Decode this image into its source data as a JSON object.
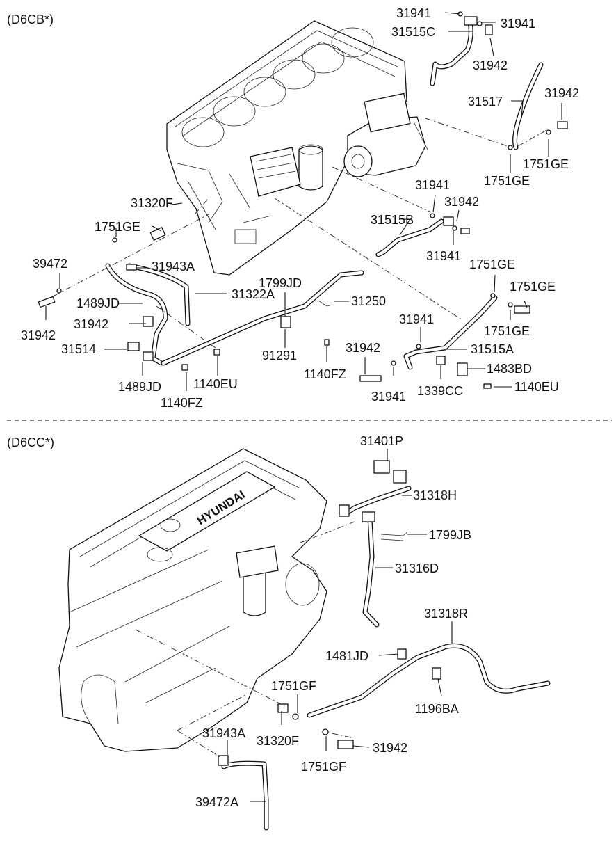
{
  "sections": [
    {
      "title": "(D6CB*)",
      "callouts": [
        "31941",
        "31941",
        "31515C",
        "31942",
        "31517",
        "31942",
        "1751GE",
        "1751GE",
        "31320F",
        "1751GE",
        "31941",
        "31942",
        "31515B",
        "31941",
        "1751GE",
        "31943A",
        "39472",
        "31322A",
        "1799JD",
        "31250",
        "1489JD",
        "31942",
        "1751GE",
        "31942",
        "31941",
        "91291",
        "31514",
        "31942",
        "31515A",
        "1140FZ",
        "1483BD",
        "1489JD",
        "1140EU",
        "31941",
        "1339CC",
        "1140EU",
        "1140FZ",
        "1751GE"
      ]
    },
    {
      "title": "(D6CC*)",
      "callouts": [
        "31401P",
        "31318H",
        "1799JB",
        "31316D",
        "31318R",
        "1481JD",
        "1196BA",
        "1751GF",
        "31943A",
        "31320F",
        "31942",
        "1751GF",
        "39472A"
      ]
    }
  ],
  "brand_text": "HYUNDAI"
}
